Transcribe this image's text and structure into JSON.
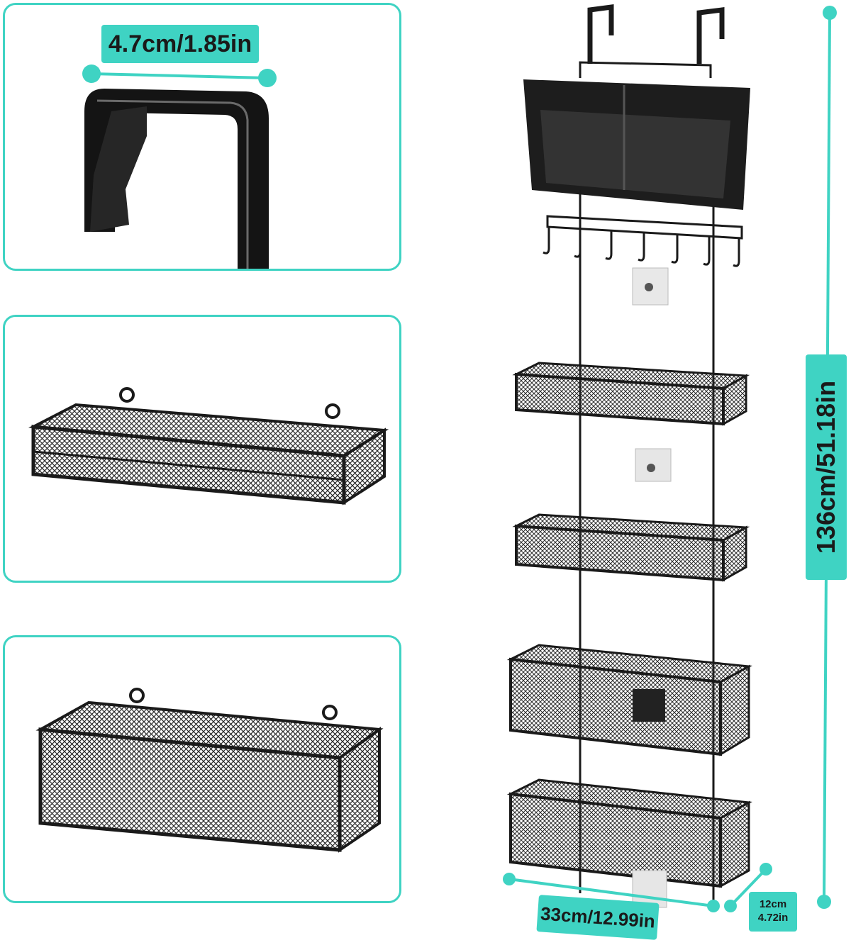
{
  "dimensions": {
    "hook_width": "4.7cm/1.85in",
    "total_height": "136cm/51.18in",
    "basket_width": "33cm/12.99in",
    "depth_cm": "12cm",
    "depth_in": "4.72in"
  },
  "colors": {
    "accent": "#3fd3c3",
    "product": "#1c1c1c"
  }
}
